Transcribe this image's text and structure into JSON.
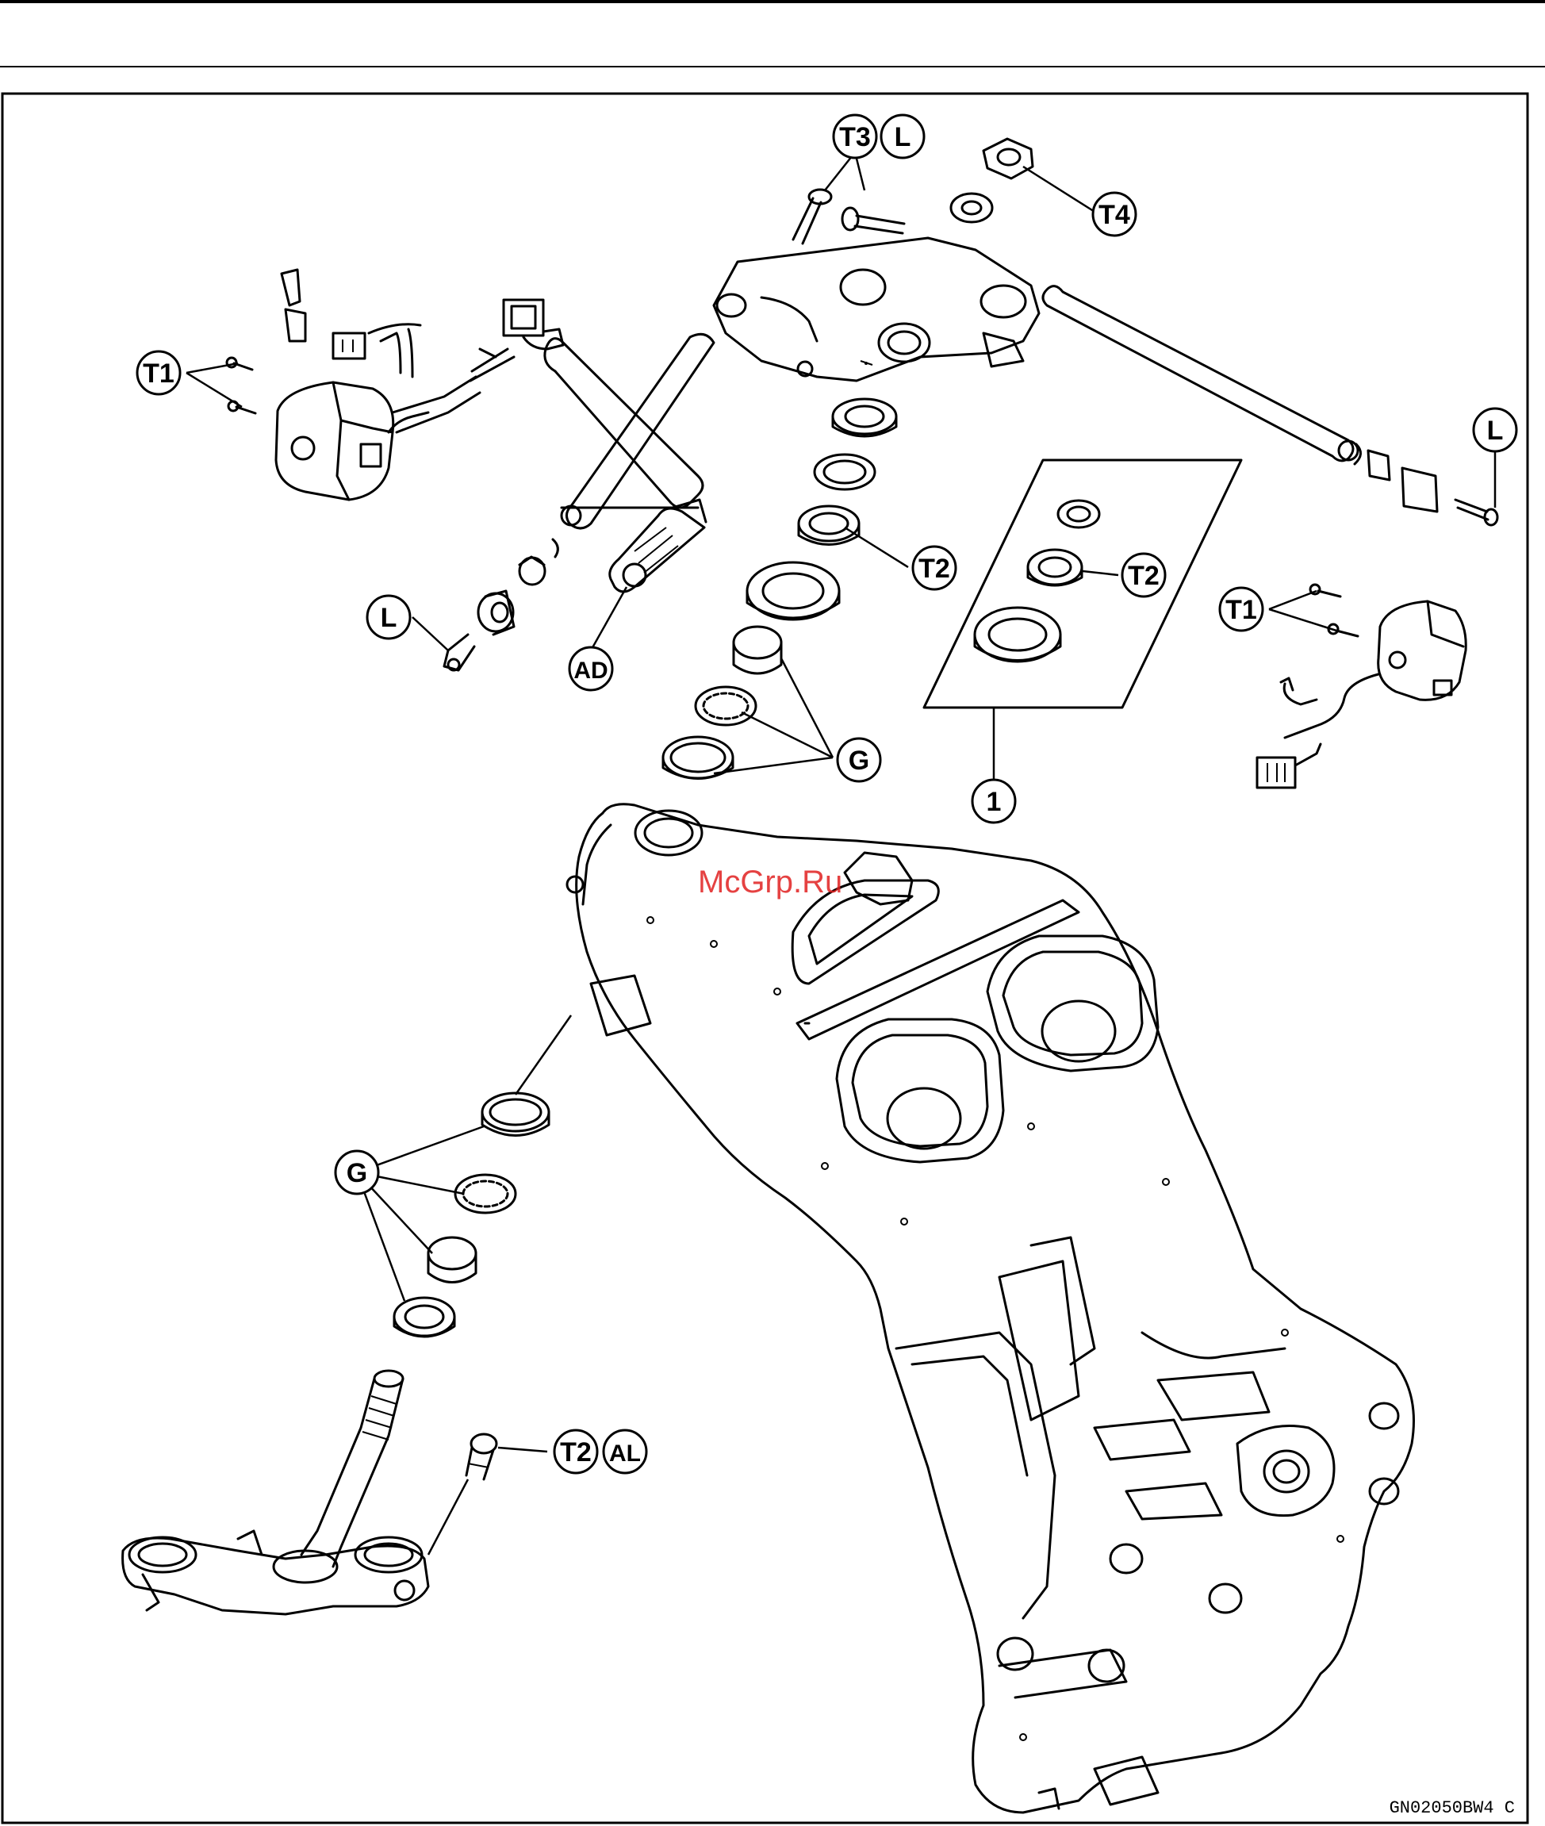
{
  "callouts": {
    "t3": "T3",
    "l_top": "L",
    "t4": "T4",
    "t1_left": "T1",
    "l_right": "L",
    "t2_upper": "T2",
    "t2_kit": "T2",
    "t1_right": "T1",
    "l_left": "L",
    "ad": "AD",
    "g_upper": "G",
    "kit_number": "1",
    "g_lower": "G",
    "t2_lower": "T2",
    "al": "AL"
  },
  "figure_code": "GN02050BW4 C",
  "watermark": "McGrp.Ru"
}
